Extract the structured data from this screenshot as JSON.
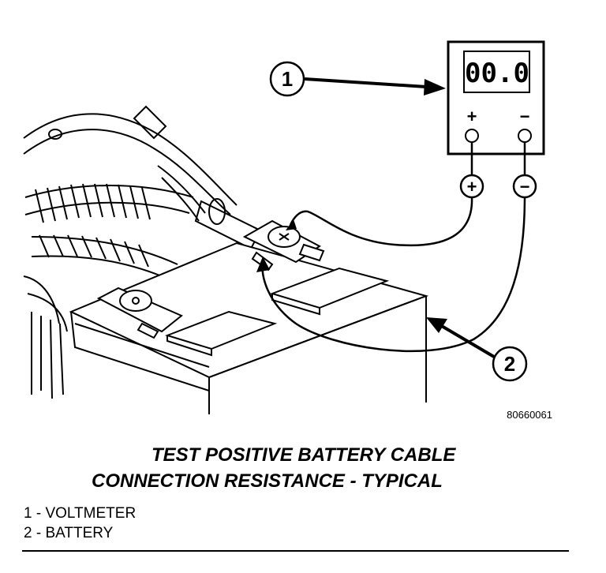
{
  "figure": {
    "meter_reading": "00.0",
    "meter_plus_symbol": "+",
    "meter_minus_symbol": "−",
    "probe_plus_symbol": "+",
    "probe_minus_symbol": "−",
    "callout_1": "1",
    "callout_2": "2",
    "figure_id": "80660061"
  },
  "caption": {
    "line1": "TEST POSITIVE BATTERY CABLE",
    "line2": "CONNECTION RESISTANCE - TYPICAL"
  },
  "legend": [
    {
      "text": "1 - VOLTMETER"
    },
    {
      "text": "2 - BATTERY"
    }
  ]
}
